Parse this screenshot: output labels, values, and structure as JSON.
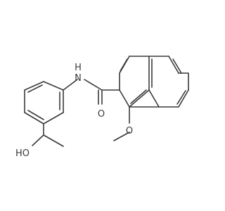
{
  "molecule": {
    "atom_labels": {
      "nh": "N",
      "nh_h": "H",
      "carbonyl_o": "O",
      "methoxy_o": "O",
      "hydroxyl_o": "HO"
    }
  }
}
